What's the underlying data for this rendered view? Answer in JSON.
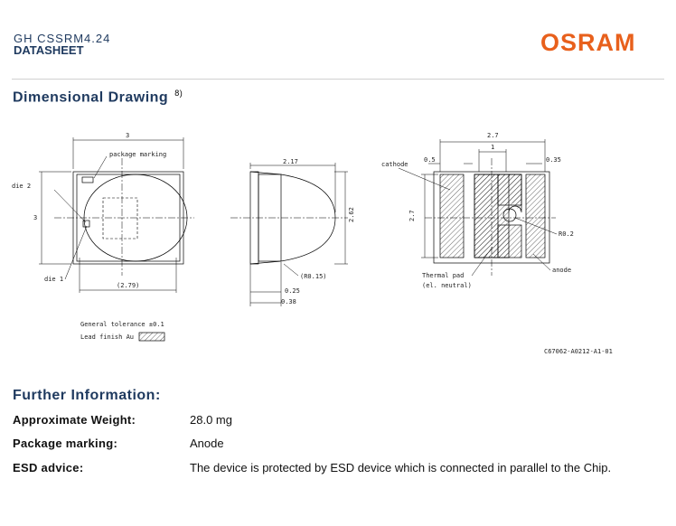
{
  "header": {
    "product_code": "GH CSSRM4.24",
    "doc_type": "DATASHEET",
    "brand": "OSRAM"
  },
  "dimensional_drawing": {
    "title": "Dimensional Drawing",
    "footnote": "8)",
    "top_view": {
      "width_label": "3",
      "height_label": "3",
      "package_marking_label": "package marking",
      "die2_label": "die 2",
      "die1_label": "die 1",
      "diameter_label": "(2.79)"
    },
    "side_view": {
      "length_label": "2.17",
      "height_label": "2.62",
      "radius_label": "(R0.15)",
      "dim1_label": "0.25",
      "dim2_label": "0.38"
    },
    "bottom_view": {
      "width_label": "2.7",
      "center_label": "1",
      "left_pad_label": "0.5",
      "right_pad_label": "0.35",
      "height_label": "2.7",
      "radius_label": "R0.2",
      "cathode_label": "cathode",
      "anode_label": "anode",
      "thermal_pad_label_1": "Thermal pad",
      "thermal_pad_label_2": "(el. neutral)"
    },
    "notes": {
      "tolerance": "General tolerance ±0.1",
      "lead_finish": "Lead finish Au"
    },
    "drawing_number": "C67062-A0212-A1-01"
  },
  "further_information": {
    "title": "Further Information:",
    "rows": [
      {
        "label": "Approximate Weight:",
        "value": "28.0 mg"
      },
      {
        "label": "Package marking:",
        "value": "Anode"
      },
      {
        "label": "ESD advice:",
        "value": "The device is protected by ESD device which is connected in parallel to the Chip."
      }
    ]
  }
}
